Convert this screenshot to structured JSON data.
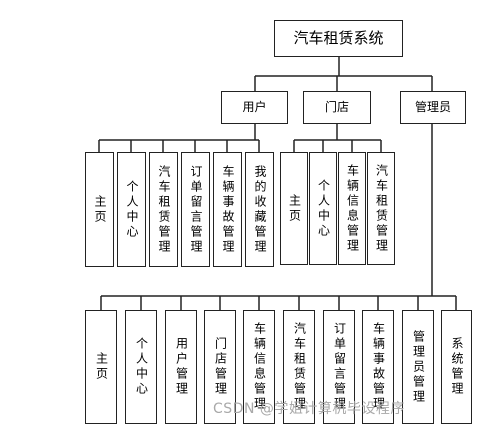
{
  "diagram": {
    "root": "汽车租赁系统",
    "roles": [
      {
        "label": "用户",
        "children": [
          "主页",
          "个人中心",
          "汽车租赁管理",
          "订单留言管理",
          "车辆事故管理",
          "我的收藏管理"
        ]
      },
      {
        "label": "门店",
        "children": [
          "主页",
          "个人中心",
          "车辆信息管理",
          "汽车租赁管理"
        ]
      },
      {
        "label": "管理员",
        "children": [
          "主页",
          "个人中心",
          "用户管理",
          "门店管理",
          "车辆信息管理",
          "汽车租赁管理",
          "订单留言管理",
          "车辆事故管理",
          "管理员管理",
          "系统管理"
        ]
      }
    ]
  },
  "watermark": "CSDN @学姐计算机毕设程序",
  "colors": {
    "line": "#222222",
    "box_border": "#222222",
    "watermark": "#a9a9a9"
  }
}
